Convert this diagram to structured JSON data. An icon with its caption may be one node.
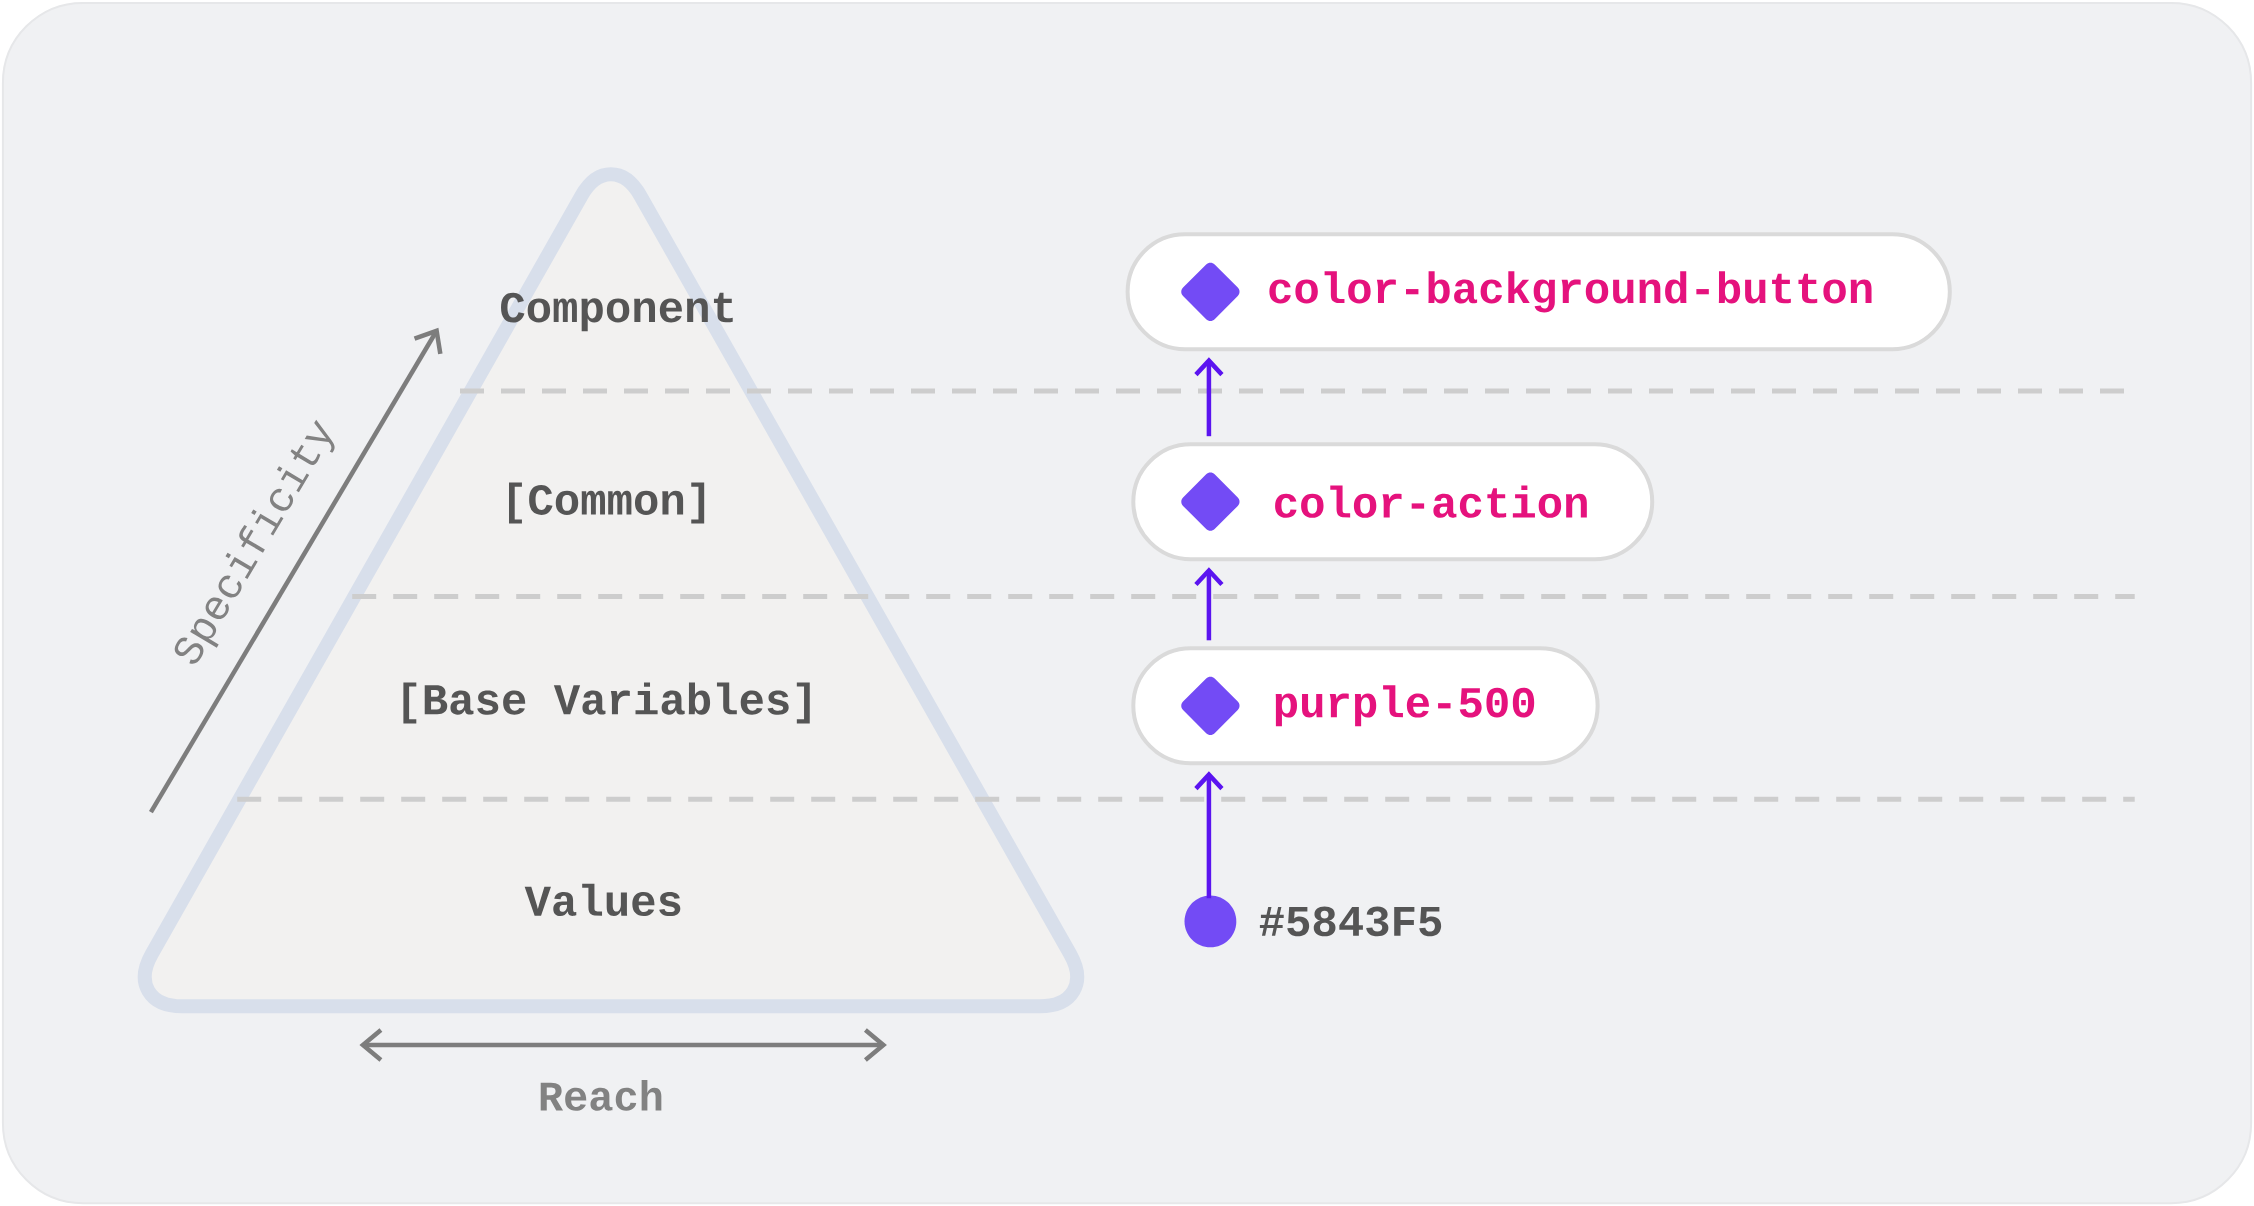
{
  "diagram": {
    "nodes": [
      {
        "text": [
          "color-background-button"
        ]
      },
      {
        "text": [
          "color-action"
        ]
      },
      {
        "text": [
          "purple-500"
        ]
      },
      {
        "text": [
          "#5843F5"
        ]
      }
    ],
    "edges": [
      {
        "from": 3,
        "to": 2,
        "arrow": "to"
      },
      {
        "from": 2,
        "to": 1,
        "arrow": "to"
      },
      {
        "from": 1,
        "to": 0,
        "arrow": "to"
      }
    ],
    "labels": [
      "Component",
      "[Common]",
      "[Base Variables]",
      "Values",
      "Specificity",
      "Reach"
    ]
  }
}
